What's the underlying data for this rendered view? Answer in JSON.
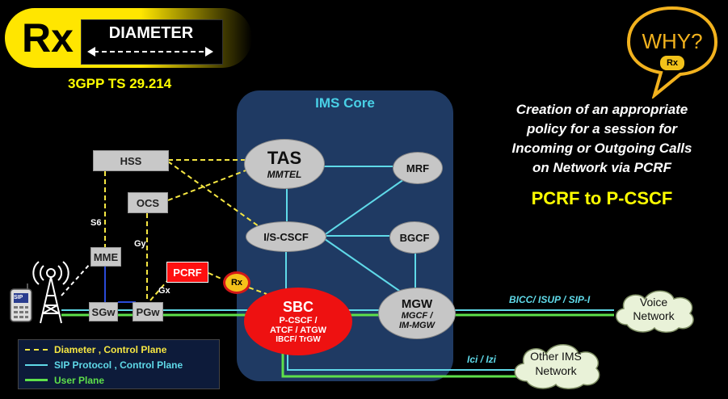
{
  "badge": {
    "rx": "Rx",
    "diameter": "DIAMETER",
    "spec": "3GPP TS 29.214"
  },
  "why": {
    "title": "WHY?",
    "tag": "Rx"
  },
  "purpose": {
    "line1": "Creation of an appropriate",
    "line2": "policy for a session for",
    "line3": "Incoming or Outgoing Calls",
    "line4": "on Network via PCRF",
    "highlight": "PCRF to P-CSCF"
  },
  "ims_core": {
    "title": "IMS Core"
  },
  "nodes": {
    "hss": "HSS",
    "ocs": "OCS",
    "mme": "MME",
    "sgw": "SGw",
    "pgw": "PGw",
    "pcrf": "PCRF",
    "rx": "Rx",
    "tas": {
      "name": "TAS",
      "sub": "MMTEL"
    },
    "mrf": "MRF",
    "icscf": "I/S-CSCF",
    "bgcf": "BGCF",
    "sbc": {
      "name": "SBC",
      "sub1": "P-CSCF /",
      "sub2": "ATCF / ATGW",
      "sub3": "IBCF/ TrGW"
    },
    "mgw": {
      "name": "MGW",
      "sub1": "MGCF /",
      "sub2": "IM-MGW"
    },
    "voice": {
      "line1": "Voice",
      "line2": "Network"
    },
    "other_ims": {
      "line1": "Other IMS",
      "line2": "Network"
    }
  },
  "interfaces": {
    "s6": "S6",
    "gy": "Gy",
    "gx": "Gx",
    "bicc": "BICC/ ISUP / SIP-I",
    "ici": "Ici / Izi"
  },
  "phone": {
    "label": "SIP"
  },
  "legend": {
    "diameter": "Diameter , Control Plane",
    "sip": "SIP Protocol , Control Plane",
    "user": "User Plane"
  },
  "colors": {
    "diameter": "#f5e642",
    "sip": "#5fd9e8",
    "user": "#5ee04a",
    "ims_bg": "#1f3a63",
    "highlight": "#ffff00",
    "pcrf": "#ff1010",
    "sbc": "#ee1111"
  }
}
